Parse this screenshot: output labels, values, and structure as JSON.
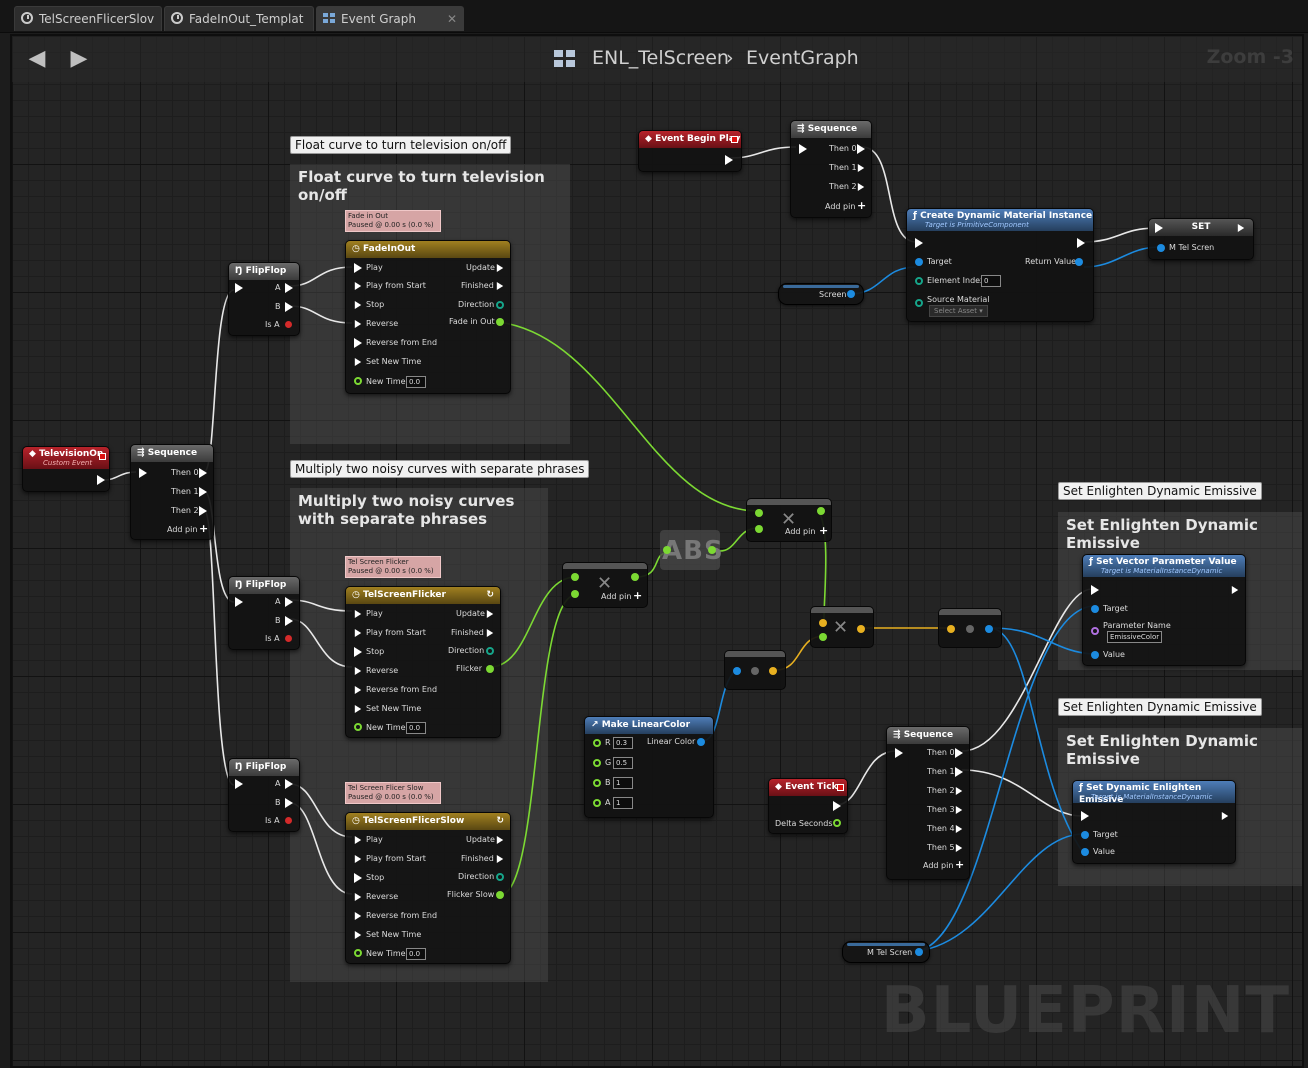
{
  "tabs": [
    {
      "label": "TelScreenFlicerSlov",
      "icon": "timeline-icon"
    },
    {
      "label": "FadeInOut_Templat",
      "icon": "timeline-icon"
    },
    {
      "label": "Event Graph",
      "icon": "graph-icon"
    }
  ],
  "breadcrumb": {
    "blueprint": "ENL_TelScreen",
    "separator": "›",
    "graph": "EventGraph"
  },
  "zoom": "Zoom -3",
  "watermark": "BLUEPRINT",
  "comments": {
    "c1": "Float curve to turn television on/off",
    "c2": "Multiply two noisy curves with separate phrases",
    "c3": "Set Enlighten Dynamic Emissive",
    "c4": "Set Enlighten Dynamic Emissive"
  },
  "nodes": {
    "television_on": {
      "title": "TelevisionOn",
      "subtitle": "Custom Event"
    },
    "sequence_main": {
      "title": "Sequence",
      "pins": [
        "Then 0",
        "Then 1",
        "Then 2"
      ],
      "add_pin": "Add pin"
    },
    "flipflop": {
      "title": "FlipFlop",
      "a": "A",
      "b": "B",
      "is_a": "Is A"
    },
    "timeline_fade": {
      "badge_name": "Fade in Out",
      "badge_status": "Paused @ 0.00 s (0.0 %)",
      "title": "FadeInOut",
      "out_track": "Fade in Out"
    },
    "timeline_flicker": {
      "badge_name": "Tel Screen Flicker",
      "badge_status": "Paused @ 0.00 s (0.0 %)",
      "title": "TelScreenFlicker",
      "out_track": "Flicker"
    },
    "timeline_slow": {
      "badge_name": "Tel Screen Flicer Slow",
      "badge_status": "Paused @ 0.00 s (0.0 %)",
      "title": "TelScreenFlicerSlow",
      "out_track": "Flicker Slow"
    },
    "timeline_pins": {
      "play": "Play",
      "play_from_start": "Play from Start",
      "stop": "Stop",
      "reverse": "Reverse",
      "reverse_from_end": "Reverse from End",
      "set_new_time": "Set New Time",
      "new_time": "New Time",
      "new_time_value": "0.0",
      "update": "Update",
      "finished": "Finished",
      "direction": "Direction"
    },
    "event_begin_play": {
      "title": "Event Begin Play"
    },
    "sequence_top": {
      "title": "Sequence",
      "pins": [
        "Then 0",
        "Then 1",
        "Then 2"
      ],
      "add_pin": "Add pin"
    },
    "create_dmi": {
      "title": "Create Dynamic Material Instance",
      "subtitle": "Target is PrimitiveComponent",
      "target": "Target",
      "return_value": "Return Value",
      "element_index": "Element Index",
      "element_index_value": "0",
      "source_material": "Source Material",
      "select_asset": "Select Asset"
    },
    "set_mtel": {
      "title": "SET",
      "pin": "M Tel Scren"
    },
    "screen_var": {
      "label": "Screen"
    },
    "mtel_var": {
      "label": "M Tel Scren"
    },
    "add_pin_label": "Add pin",
    "abs": {
      "label": "ABS"
    },
    "make_linear_color": {
      "title": "Make LinearColor",
      "out": "Linear Color",
      "r": "R",
      "r_value": "0.3",
      "g": "G",
      "g_value": "0.5",
      "b": "B",
      "b_value": "1",
      "a": "A",
      "a_value": "1"
    },
    "event_tick": {
      "title": "Event Tick",
      "delta": "Delta Seconds"
    },
    "sequence_tick": {
      "title": "Sequence",
      "pins": [
        "Then 0",
        "Then 1",
        "Then 2",
        "Then 3",
        "Then 4",
        "Then 5"
      ],
      "add_pin": "Add pin"
    },
    "set_vector_param": {
      "title": "Set Vector Parameter Value",
      "subtitle": "Target is MaterialInstanceDynamic",
      "target": "Target",
      "param_name": "Parameter Name",
      "param_value": "EmissiveColor",
      "value": "Value"
    },
    "set_dyn_emissive": {
      "title": "Set Dynamic Enlighten Emissive",
      "subtitle": "Target is MaterialInstanceDynamic",
      "target": "Target",
      "value": "Value"
    }
  },
  "colors": {
    "float": "#7cd933",
    "object": "#1c8be0",
    "struct": "#e8b020",
    "exec": "#ffffff",
    "event": "#b8232b",
    "function": "#4e7db8"
  }
}
